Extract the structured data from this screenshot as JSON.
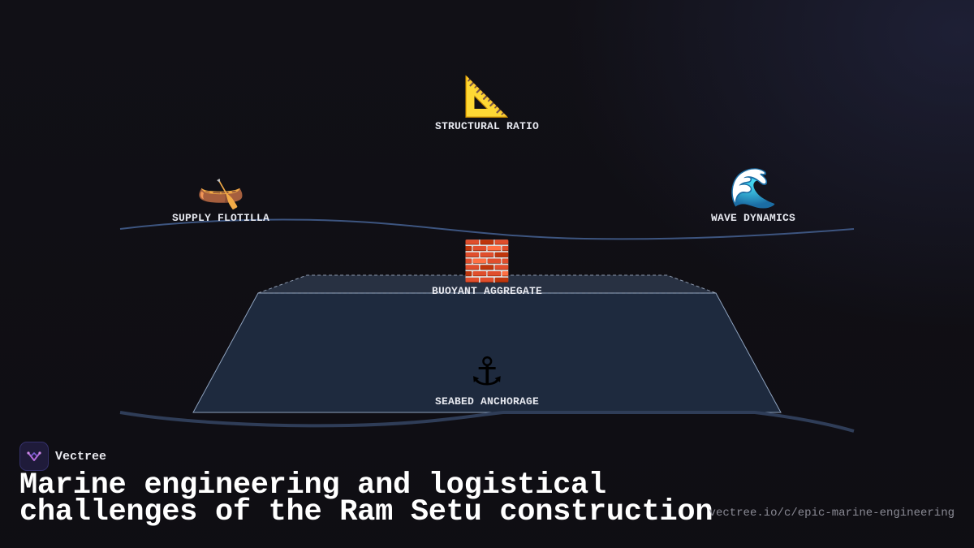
{
  "diagram": {
    "nodes": {
      "structural": {
        "icon": "triangular-ruler-icon",
        "glyph": "📐",
        "label": "STRUCTURAL RATIO"
      },
      "supply": {
        "icon": "canoe-icon",
        "glyph": "🛶",
        "label": "SUPPLY FLOTILLA"
      },
      "wave": {
        "icon": "water-wave-icon",
        "glyph": "🌊",
        "label": "WAVE DYNAMICS"
      },
      "aggregate": {
        "icon": "brick-icon",
        "glyph": "🧱",
        "label": "BUOYANT AGGREGATE"
      },
      "anchor": {
        "icon": "anchor-icon",
        "glyph": "⚓",
        "label": "SEABED ANCHORAGE"
      }
    },
    "colors": {
      "background": "#111016",
      "waterline": "#3d5580",
      "seabed_line": "#2c3a55",
      "structure_fill": "#1e2a3e",
      "structure_stroke": "#8fa3bf"
    }
  },
  "brand": {
    "name": "Vectree",
    "icon": "vectree-logo-icon"
  },
  "headline": {
    "line1": "Marine engineering and logistical",
    "line2": "challenges of the Ram Setu construction"
  },
  "url": "vectree.io/c/epic-marine-engineering"
}
